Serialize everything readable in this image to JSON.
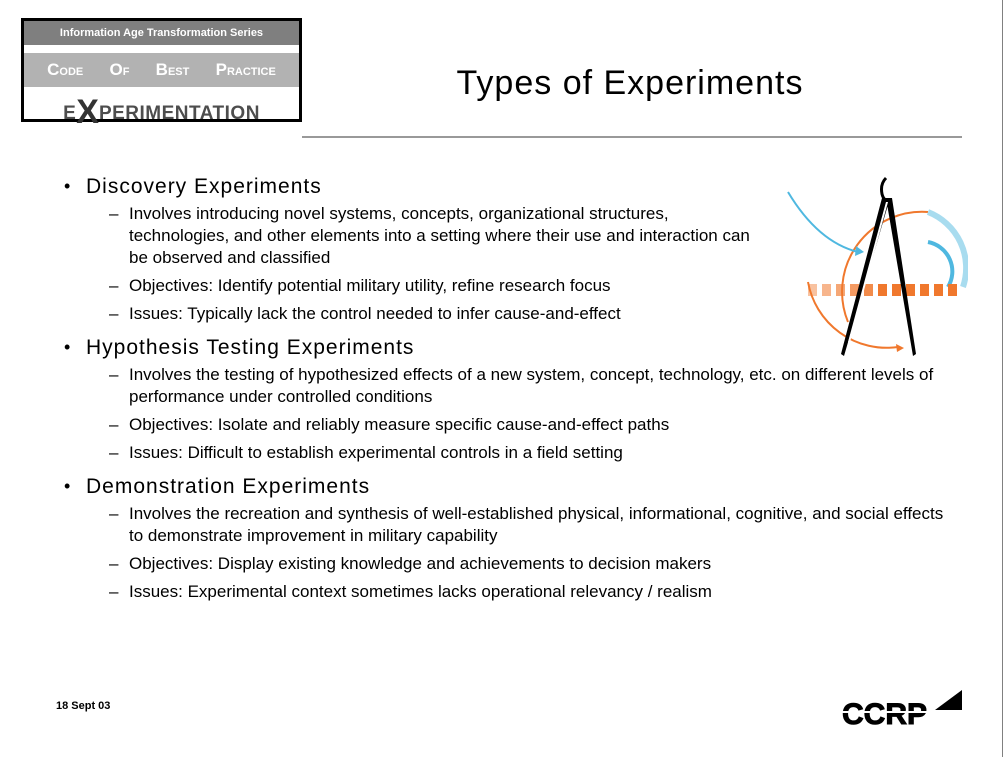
{
  "logo": {
    "series": "Information Age Transformation Series",
    "code_words": [
      {
        "initial": "C",
        "rest": "ODE"
      },
      {
        "initial": "O",
        "rest": "F"
      },
      {
        "initial": "B",
        "rest": "EST"
      },
      {
        "initial": "P",
        "rest": "RACTICE"
      }
    ],
    "exp_prefix": "E",
    "exp_x": "X",
    "exp_rest": "PERIMENTATION"
  },
  "title": "Types of Experiments",
  "sections": [
    {
      "heading": "Discovery Experiments",
      "items": [
        "Involves introducing novel systems, concepts, organizational structures, technologies, and other elements into a setting where their use and interaction can be observed and classified",
        "Objectives: Identify potential military utility, refine research focus",
        "Issues: Typically lack the control needed to infer cause-and-effect"
      ]
    },
    {
      "heading": "Hypothesis Testing Experiments",
      "items": [
        "Involves the testing of hypothesized effects of a new system, concept, technology, etc. on different levels of performance under controlled conditions",
        "Objectives: Isolate and reliably measure specific cause-and-effect paths",
        "Issues: Difficult to establish experimental controls in a field setting"
      ]
    },
    {
      "heading": "Demonstration Experiments",
      "items": [
        "Involves the recreation and synthesis of well-established physical, informational, cognitive, and social effects to demonstrate improvement in military capability",
        "Objectives: Display existing knowledge and achievements to decision makers",
        "Issues: Experimental context sometimes lacks operational relevancy / realism"
      ]
    }
  ],
  "bullet_glyph": "•",
  "dash_glyph": "–",
  "footer": {
    "date": "18 Sept 03",
    "logo_text": "CCRP"
  },
  "icons": {
    "illustration": "compass-icon",
    "brand": "ccrp-logo"
  },
  "colors": {
    "orange": "#f0782d",
    "blue": "#4fb8e0",
    "rule": "#999999",
    "logo_dark": "#7f7f7f",
    "logo_light": "#b2b2b2"
  }
}
